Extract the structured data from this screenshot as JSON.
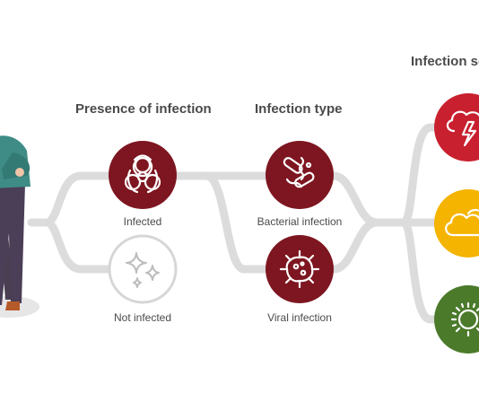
{
  "headings": {
    "presence": "Presence of infection",
    "type": "Infection type",
    "severity": "Infection se"
  },
  "nodes": {
    "infected": {
      "label": "Infected",
      "icon": "biohazard-icon",
      "color": "#7d1620"
    },
    "not_infected": {
      "label": "Not infected",
      "icon": "sparkles-icon",
      "color": "#d6d6d6"
    },
    "bacterial": {
      "label": "Bacterial infection",
      "icon": "bacteria-icon",
      "color": "#7d1620"
    },
    "viral": {
      "label": "Viral infection",
      "icon": "virus-icon",
      "color": "#7d1620"
    },
    "severe": {
      "icon": "storm-cloud-icon",
      "color": "#c8202e"
    },
    "moderate": {
      "icon": "partly-cloudy-icon",
      "color": "#f4b400"
    },
    "mild": {
      "icon": "sun-icon",
      "color": "#4a7a2a"
    }
  },
  "connector_color": "#dcdcdc"
}
